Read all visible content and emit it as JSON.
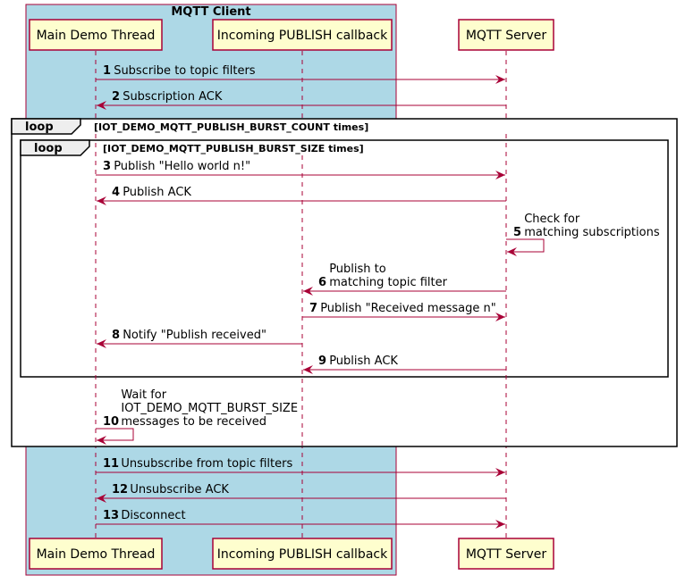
{
  "group": {
    "title": "MQTT Client"
  },
  "participants": [
    {
      "id": "main",
      "label": "Main Demo Thread"
    },
    {
      "id": "cb",
      "label": "Incoming PUBLISH callback"
    },
    {
      "id": "srv",
      "label": "MQTT Server"
    }
  ],
  "loops": [
    {
      "label": "loop",
      "condition": "[IOT_DEMO_MQTT_PUBLISH_BURST_COUNT times]"
    },
    {
      "label": "loop",
      "condition": "[IOT_DEMO_MQTT_PUBLISH_BURST_SIZE times]"
    }
  ],
  "messages": [
    {
      "num": "1",
      "lines": [
        "Subscribe to topic filters"
      ]
    },
    {
      "num": "2",
      "lines": [
        "Subscription ACK"
      ]
    },
    {
      "num": "3",
      "lines": [
        "Publish \"Hello world n!\""
      ]
    },
    {
      "num": "4",
      "lines": [
        "Publish ACK"
      ]
    },
    {
      "num": "5",
      "lines": [
        "Check for",
        "matching subscriptions"
      ]
    },
    {
      "num": "6",
      "lines": [
        "Publish to",
        "matching topic filter"
      ]
    },
    {
      "num": "7",
      "lines": [
        "Publish \"Received message n\""
      ]
    },
    {
      "num": "8",
      "lines": [
        "Notify \"Publish received\""
      ]
    },
    {
      "num": "9",
      "lines": [
        "Publish ACK"
      ]
    },
    {
      "num": "10",
      "lines": [
        "Wait for",
        "IOT_DEMO_MQTT_BURST_SIZE",
        "messages to be received"
      ]
    },
    {
      "num": "11",
      "lines": [
        "Unsubscribe from topic filters"
      ]
    },
    {
      "num": "12",
      "lines": [
        "Unsubscribe ACK"
      ]
    },
    {
      "num": "13",
      "lines": [
        "Disconnect"
      ]
    }
  ],
  "colors": {
    "group_fill": "#ADD8E6",
    "participant_fill": "#FEFECE",
    "line": "#A80036",
    "loop_header_fill": "#EEEEEE"
  }
}
